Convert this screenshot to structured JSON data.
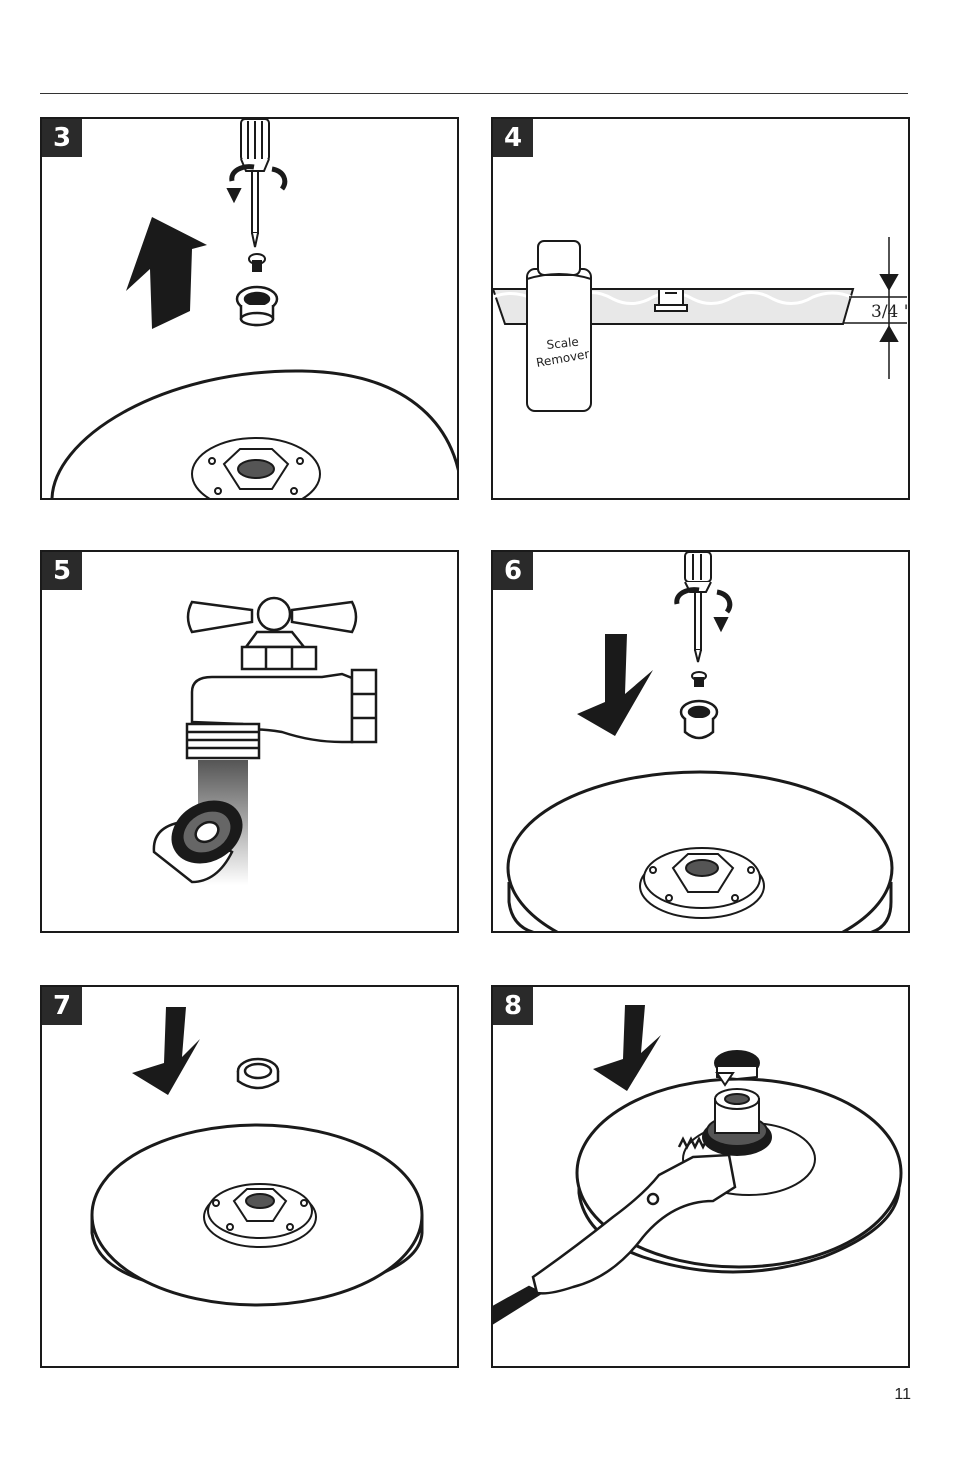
{
  "page": {
    "number": "11"
  },
  "steps": [
    {
      "number": "3"
    },
    {
      "number": "4",
      "bottle_label_line1": "Scale",
      "bottle_label_line2": "Remover",
      "dimension": "3/4 \""
    },
    {
      "number": "5"
    },
    {
      "number": "6"
    },
    {
      "number": "7"
    },
    {
      "number": "8"
    }
  ]
}
